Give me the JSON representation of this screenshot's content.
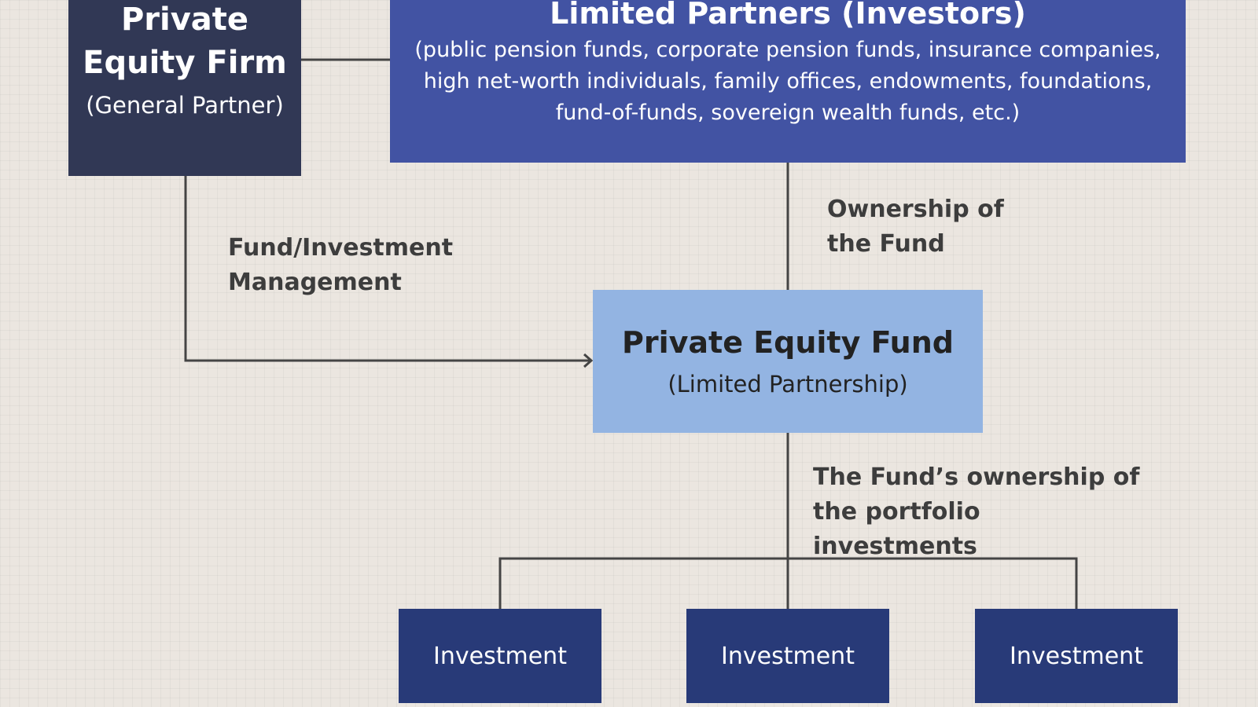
{
  "general_partner": {
    "title": "Private Equity Firm",
    "subtitle": "(General Partner)"
  },
  "limited_partners": {
    "title": "Limited Partners (Investors)",
    "description": "(public pension funds, corporate pension funds, insurance companies, high net-worth individuals, family offices, endowments, foundations, fund-of-funds, sovereign wealth funds, etc.)"
  },
  "fund": {
    "title": "Private Equity Fund",
    "subtitle": "(Limited Partnership)"
  },
  "investments": [
    {
      "label": "Investment"
    },
    {
      "label": "Investment"
    },
    {
      "label": "Investment"
    }
  ],
  "edge_labels": {
    "management": "Fund/Investment Management",
    "ownership": "Ownership of the Fund",
    "portfolio": "The Fund’s ownership of the portfolio investments"
  },
  "colors": {
    "general_partner": "#313855",
    "limited_partners": "#4253a3",
    "fund": "#93b4e2",
    "investment": "#283a78",
    "connector": "#444444",
    "background": "#ebe6e0"
  }
}
